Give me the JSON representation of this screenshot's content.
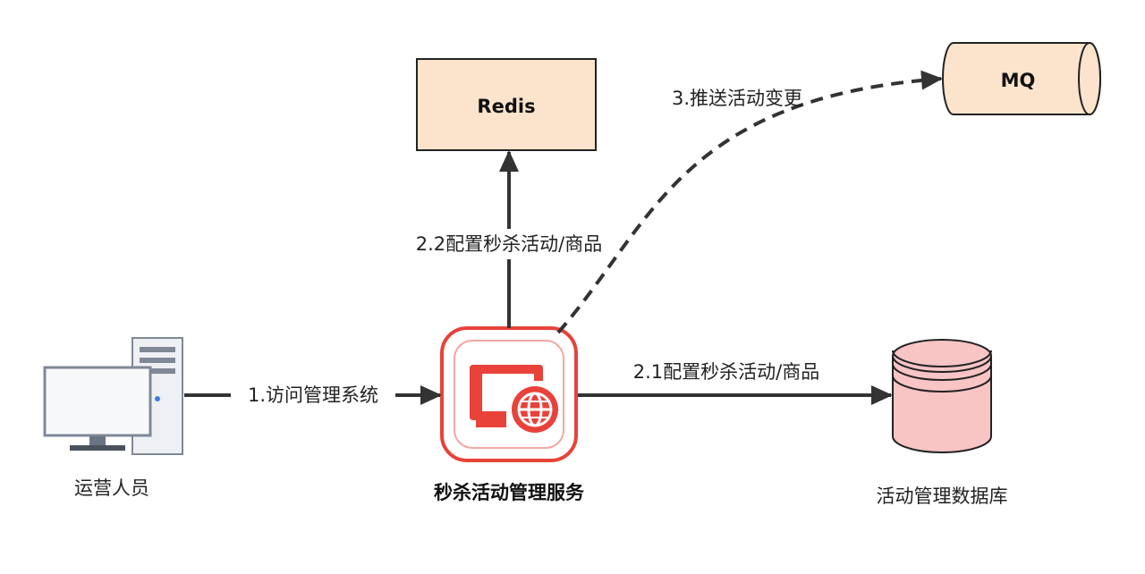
{
  "nodes": {
    "redis": {
      "label": "Redis"
    },
    "mq": {
      "label": "MQ"
    },
    "operator": {
      "label": "运营人员"
    },
    "service": {
      "label": "秒杀活动管理服务"
    },
    "database": {
      "label": "活动管理数据库"
    }
  },
  "edges": {
    "access": {
      "label": "1.访问管理系统"
    },
    "config_redis": {
      "label": "2.2配置秒杀活动/商品"
    },
    "config_db": {
      "label": "2.1配置秒杀活动/商品"
    },
    "push_mq": {
      "label": "3.推送活动变更"
    }
  },
  "colors": {
    "box_fill": "#fce4cc",
    "db_fill": "#f8c4c4",
    "service_red": "#e8423a",
    "line": "#333333"
  }
}
